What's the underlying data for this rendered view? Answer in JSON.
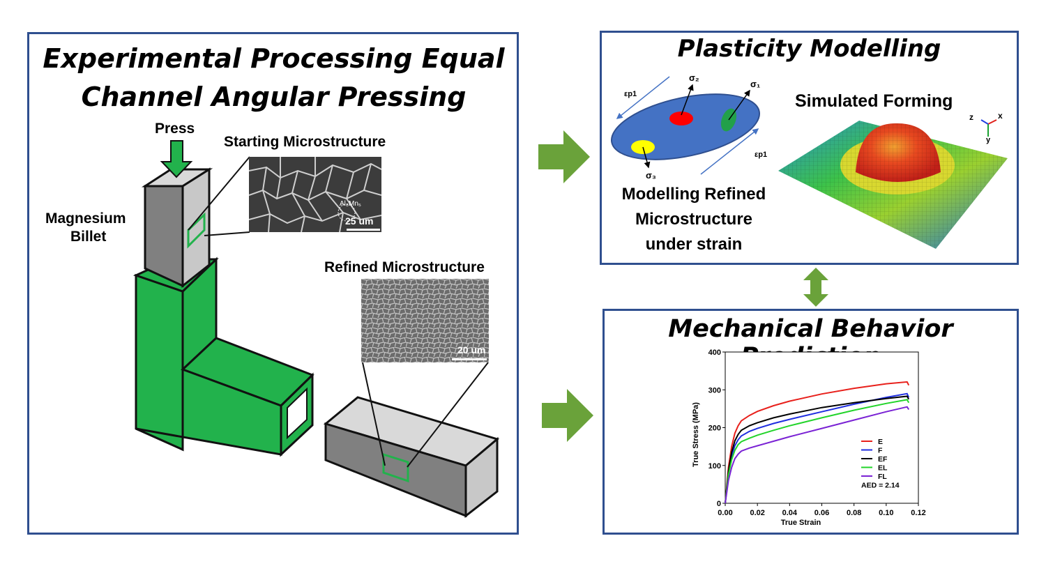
{
  "left_panel": {
    "title_line1": "Experimental Processing Equal",
    "title_line2": "Channel Angular Pressing",
    "press_label": "Press",
    "starting_label": "Starting Microstructure",
    "billet_line1": "Magnesium",
    "billet_line2": "Billet",
    "refined_label": "Refined Microstructure",
    "start_scale": "25 um",
    "start_annotation": "Al₈Mn₅",
    "refined_scale": "20 um"
  },
  "plasticity_panel": {
    "title": "Plasticity Modelling",
    "sigma1": "σ₁",
    "sigma2": "σ₂",
    "sigma3": "σ₃",
    "eps_left": "εp1",
    "eps_right": "εp1",
    "simulated_label": "Simulated Forming",
    "axis_z": "z",
    "axis_x": "x",
    "axis_y": "y",
    "modelling_line1": "Modelling Refined",
    "modelling_line2": "Microstructure",
    "modelling_line3": "under strain"
  },
  "mechanical_panel": {
    "title": "Mechanical Behavior Prediction"
  },
  "colors": {
    "panel_border": "#2f4f8f",
    "arrow_green": "#6aa23a",
    "die_green": "#22b24c",
    "ellipse_blue": "#4472c4"
  },
  "chart_data": {
    "type": "line",
    "xlabel": "True Strain",
    "ylabel": "True Stress (MPa)",
    "xlim": [
      0.0,
      0.12
    ],
    "ylim": [
      0,
      400
    ],
    "xticks": [
      "0.00",
      "0.02",
      "0.04",
      "0.06",
      "0.08",
      "0.10",
      "0.12"
    ],
    "yticks": [
      "0",
      "100",
      "200",
      "300",
      "400"
    ],
    "annotation": "AED = 2.14",
    "legend_position": "bottom-right",
    "series": [
      {
        "name": "E",
        "color": "#e8201b",
        "x": [
          0,
          0.002,
          0.004,
          0.006,
          0.008,
          0.01,
          0.015,
          0.02,
          0.03,
          0.04,
          0.06,
          0.08,
          0.1,
          0.113,
          0.114
        ],
        "y": [
          0,
          95,
          150,
          185,
          205,
          218,
          232,
          243,
          258,
          270,
          289,
          304,
          316,
          321,
          312
        ]
      },
      {
        "name": "F",
        "color": "#1f2ee0",
        "x": [
          0,
          0.002,
          0.004,
          0.006,
          0.008,
          0.01,
          0.015,
          0.02,
          0.03,
          0.04,
          0.06,
          0.08,
          0.1,
          0.113,
          0.114
        ],
        "y": [
          0,
          80,
          125,
          152,
          168,
          178,
          190,
          198,
          211,
          222,
          242,
          262,
          280,
          290,
          280
        ]
      },
      {
        "name": "EF",
        "color": "#000000",
        "x": [
          0,
          0.002,
          0.004,
          0.006,
          0.008,
          0.01,
          0.015,
          0.02,
          0.03,
          0.04,
          0.06,
          0.08,
          0.1,
          0.113,
          0.114
        ],
        "y": [
          0,
          85,
          135,
          165,
          182,
          193,
          205,
          213,
          226,
          236,
          253,
          266,
          277,
          283,
          275
        ]
      },
      {
        "name": "EL",
        "color": "#22d42a",
        "x": [
          0,
          0.002,
          0.004,
          0.006,
          0.008,
          0.01,
          0.015,
          0.02,
          0.03,
          0.04,
          0.06,
          0.08,
          0.1,
          0.113,
          0.114
        ],
        "y": [
          0,
          75,
          115,
          140,
          155,
          163,
          172,
          180,
          193,
          205,
          226,
          246,
          264,
          274,
          266
        ]
      },
      {
        "name": "FL",
        "color": "#7a22d4",
        "x": [
          0,
          0.002,
          0.004,
          0.006,
          0.008,
          0.01,
          0.015,
          0.02,
          0.03,
          0.04,
          0.06,
          0.08,
          0.1,
          0.113,
          0.114
        ],
        "y": [
          0,
          60,
          95,
          118,
          130,
          138,
          146,
          152,
          164,
          176,
          198,
          220,
          242,
          255,
          248
        ]
      }
    ]
  }
}
